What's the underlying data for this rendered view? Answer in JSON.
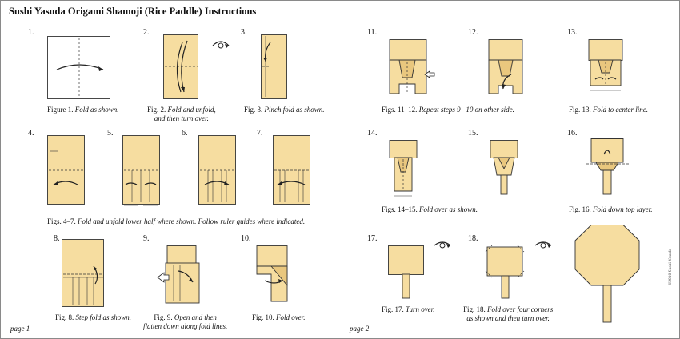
{
  "title": "Sushi Yasuda Origami Shamoji (Rice Paddle) Instructions",
  "copyright": "©2010 Sushi Yasuda",
  "pages": {
    "left": "page 1",
    "right": "page 2"
  },
  "steps": [
    {
      "num": "1.",
      "caption_prefix": "Figure 1. ",
      "caption_text": "Fold as shown.",
      "caption_line2": ""
    },
    {
      "num": "2.",
      "caption_prefix": "Fig. 2. ",
      "caption_text": "Fold and unfold,",
      "caption_line2": "and then turn over."
    },
    {
      "num": "3.",
      "caption_prefix": "Fig. 3. ",
      "caption_text": "Pinch fold as shown.",
      "caption_line2": ""
    },
    {
      "num": "4.",
      "caption_prefix": "",
      "caption_text": "",
      "caption_line2": ""
    },
    {
      "num": "5.",
      "caption_prefix": "",
      "caption_text": "",
      "caption_line2": ""
    },
    {
      "num": "6.",
      "caption_prefix": "",
      "caption_text": "",
      "caption_line2": ""
    },
    {
      "num": "7.",
      "caption_prefix": "Figs. 4–7. ",
      "caption_text": "Fold and unfold lower half where shown. Follow ruler guides where indicated.",
      "caption_line2": ""
    },
    {
      "num": "8.",
      "caption_prefix": "Fig. 8. ",
      "caption_text": "Step fold as shown.",
      "caption_line2": ""
    },
    {
      "num": "9.",
      "caption_prefix": "Fig. 9. ",
      "caption_text": "Open and then",
      "caption_line2": "flatten down along fold lines."
    },
    {
      "num": "10.",
      "caption_prefix": "Fig. 10. ",
      "caption_text": "Fold over.",
      "caption_line2": ""
    },
    {
      "num": "11.",
      "caption_prefix": "",
      "caption_text": "",
      "caption_line2": ""
    },
    {
      "num": "12.",
      "caption_prefix": "Figs. 11–12. ",
      "caption_text": "Repeat steps 9 –10 on other side.",
      "caption_line2": ""
    },
    {
      "num": "13.",
      "caption_prefix": "Fig. 13. ",
      "caption_text": "Fold to center line.",
      "caption_line2": ""
    },
    {
      "num": "14.",
      "caption_prefix": "",
      "caption_text": "",
      "caption_line2": ""
    },
    {
      "num": "15.",
      "caption_prefix": "Figs. 14–15. ",
      "caption_text": "Fold over as shown.",
      "caption_line2": ""
    },
    {
      "num": "16.",
      "caption_prefix": "Fig. 16. ",
      "caption_text": "Fold down top layer.",
      "caption_line2": ""
    },
    {
      "num": "17.",
      "caption_prefix": "Fig. 17. ",
      "caption_text": "Turn over.",
      "caption_line2": ""
    },
    {
      "num": "18.",
      "caption_prefix": "Fig. 18. ",
      "caption_text": "Fold over four corners",
      "caption_line2": "as shown and then turn over."
    }
  ]
}
